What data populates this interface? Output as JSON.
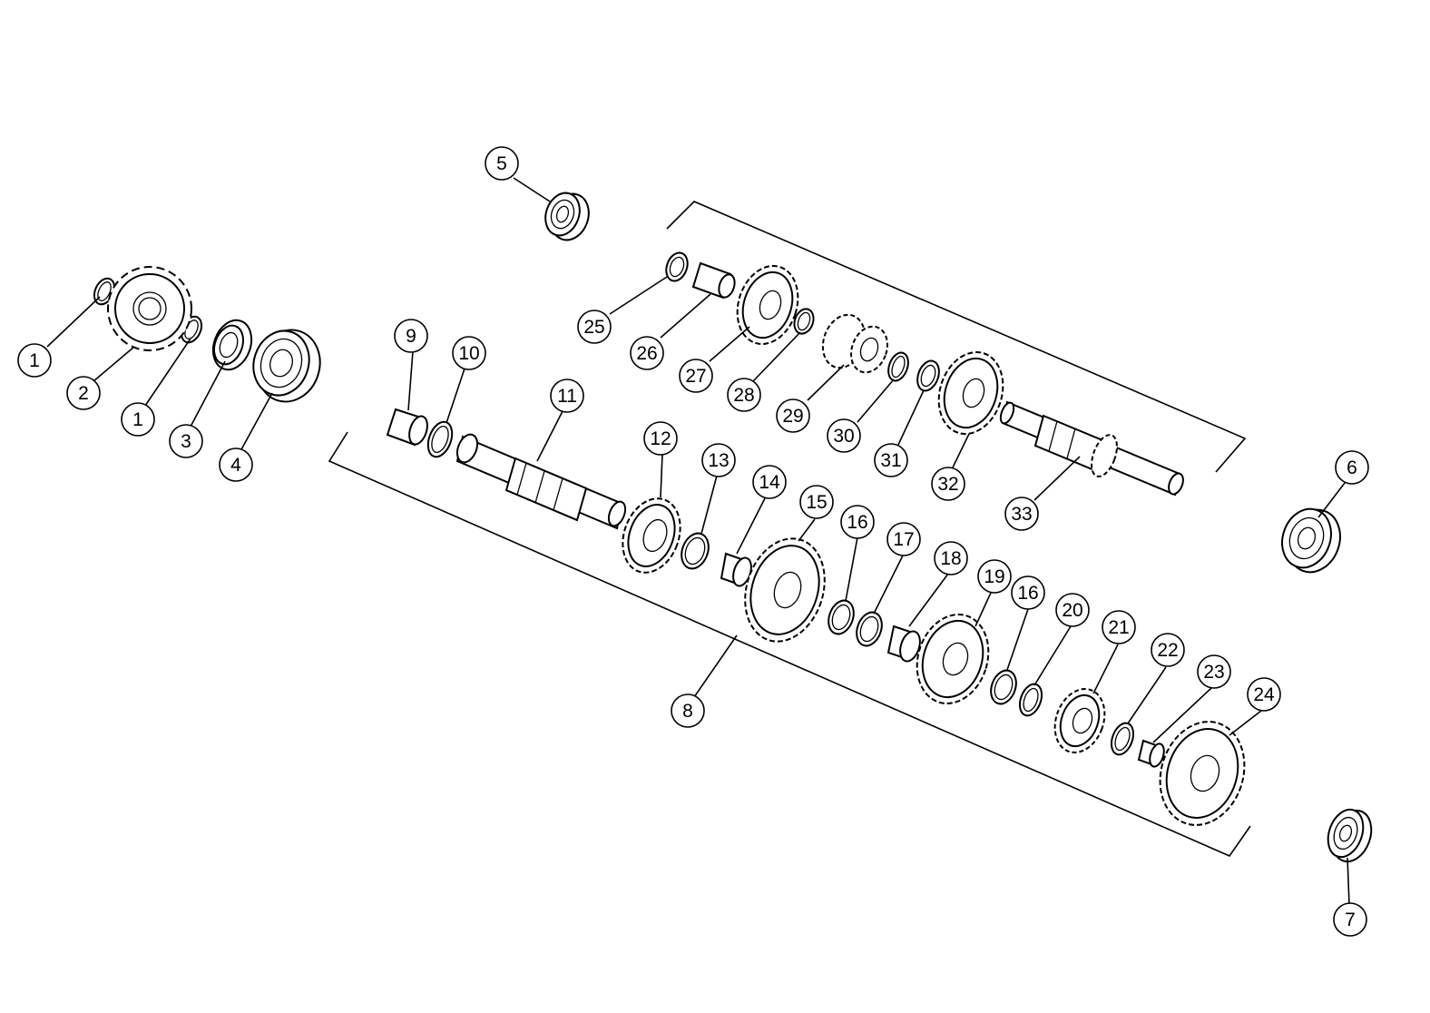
{
  "diagram": {
    "callouts": [
      {
        "label": "1"
      },
      {
        "label": "2"
      },
      {
        "label": "1"
      },
      {
        "label": "3"
      },
      {
        "label": "4"
      },
      {
        "label": "5"
      },
      {
        "label": "6"
      },
      {
        "label": "7"
      },
      {
        "label": "8"
      },
      {
        "label": "9"
      },
      {
        "label": "10"
      },
      {
        "label": "11"
      },
      {
        "label": "12"
      },
      {
        "label": "13"
      },
      {
        "label": "14"
      },
      {
        "label": "15"
      },
      {
        "label": "16"
      },
      {
        "label": "17"
      },
      {
        "label": "18"
      },
      {
        "label": "19"
      },
      {
        "label": "16"
      },
      {
        "label": "20"
      },
      {
        "label": "21"
      },
      {
        "label": "22"
      },
      {
        "label": "23"
      },
      {
        "label": "24"
      },
      {
        "label": "25"
      },
      {
        "label": "26"
      },
      {
        "label": "27"
      },
      {
        "label": "28"
      },
      {
        "label": "29"
      },
      {
        "label": "30"
      },
      {
        "label": "31"
      },
      {
        "label": "32"
      },
      {
        "label": "33"
      }
    ]
  }
}
